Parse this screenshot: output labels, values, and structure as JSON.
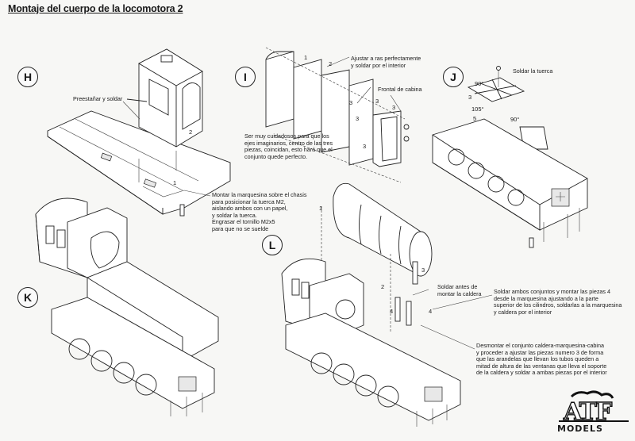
{
  "title": "Montaje del cuerpo de la locomotora 2",
  "steps": [
    "H",
    "I",
    "J",
    "K",
    "L"
  ],
  "notes": {
    "preestanar": "Preestañar y soldar",
    "ajustar": "Ajustar a ras perfectamente\ny soldar por el interior",
    "frontal": "Frontal de cabina",
    "cuidadosos": "Ser muy cuidadosos para que los\nejes imaginarios, centro de las tres\npiezas, coincidan, esto hará que el\nconjunto quede perfecto.",
    "tuerca": "Soldar la tuerca",
    "marquesina": "Montar la marquesina sobre el chasis\npara posicionar la tuerca M2,\naislando ambos con un papel,\ny soldar la tuerca.\nEngrasar el tornillo M2x5\npara que no se suelde",
    "soldar_antes": "Soldar antes de\nmontar la caldera",
    "ambos": "Soldar ambos conjuntos y montar las piezas 4\ndesde la marquesina ajustando a la parte\nsuperior de los cilindros, soldarlas a la marquesina\ny caldera por el interior",
    "desmontar": "Desmontar el conjunto caldera-marquesina-cabina\ny proceder a ajustar las piezas numero 3 de forma\nque las arandelas que llevan los tubos queden a\nmitad de altura de las ventanas que lleva el soporte\nde la caldera y soldar a ambas piezas por el interior"
  },
  "labels": {
    "h2": "2",
    "h1": "1",
    "i1": "1",
    "i2": "2",
    "i3a": "3",
    "i3b": "3",
    "i3c": "3",
    "i3d": "3",
    "i3e": "3",
    "j90a": "90°",
    "j3": "3",
    "j105": "105°",
    "j5": "5",
    "j90b": "90°",
    "l1": "1",
    "l2": "2",
    "l3": "3",
    "l4a": "4",
    "l4b": "4"
  },
  "logo": {
    "line1": "ATF",
    "line2": "MODELS"
  }
}
